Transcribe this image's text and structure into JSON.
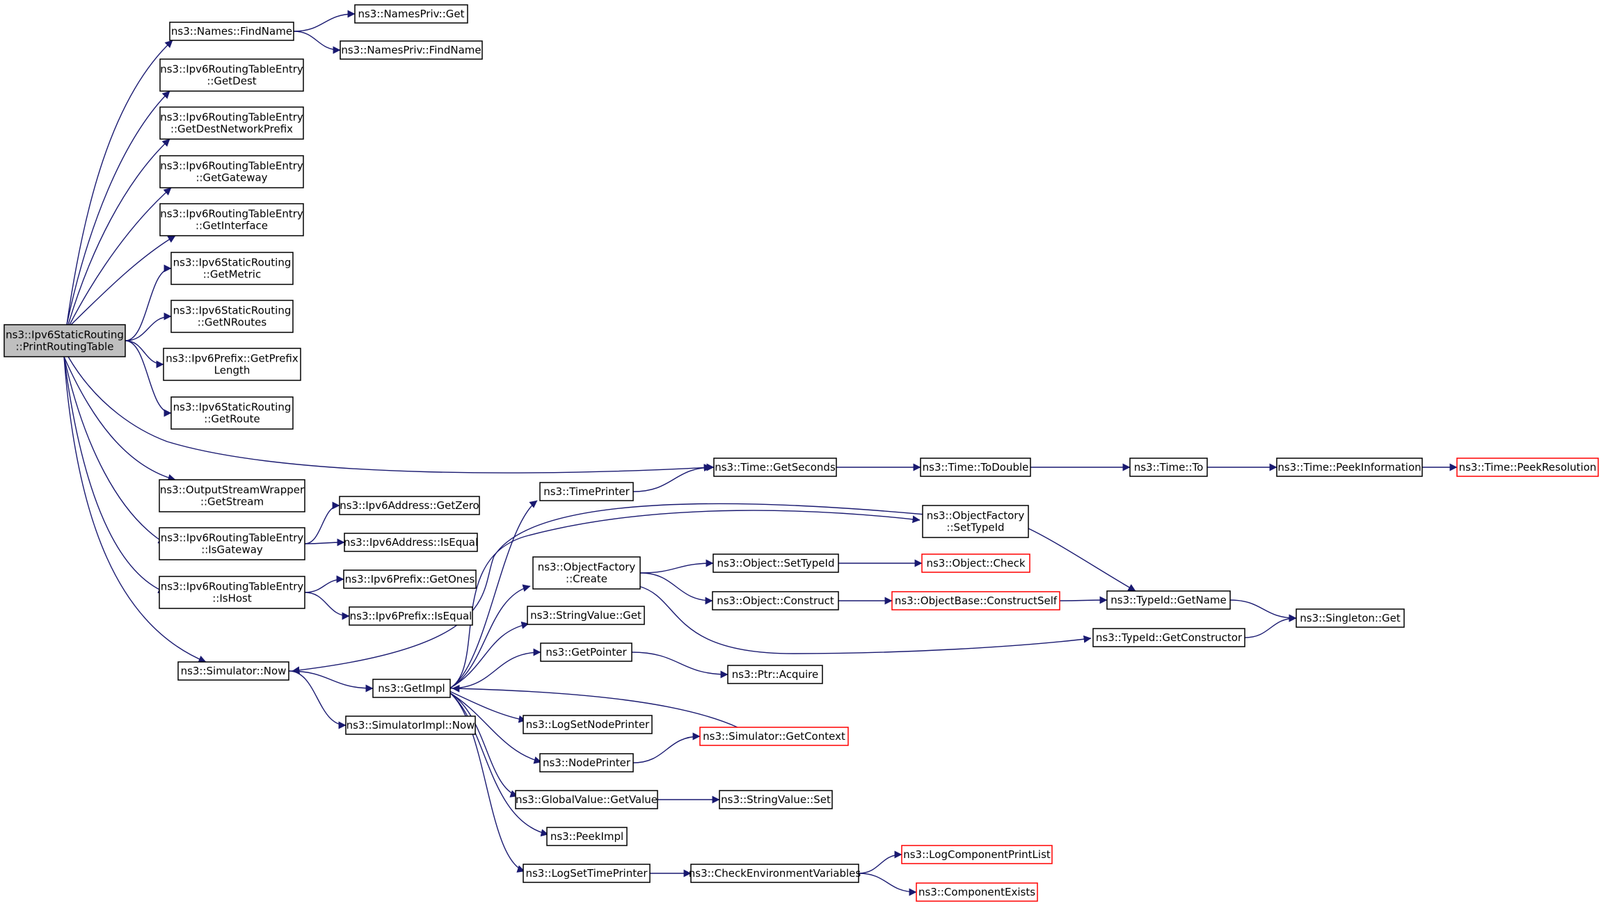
{
  "colors": {
    "edge": "#191970",
    "node_border": "#000000",
    "node_border_external": "#ff0000",
    "root_fill": "#bfbfbf",
    "node_fill": "#ffffff",
    "text": "#000000"
  },
  "nodes": {
    "root": {
      "lines": [
        "ns3::Ipv6StaticRouting",
        "::PrintRoutingTable"
      ],
      "kind": "root"
    },
    "names_findname": {
      "lines": [
        "ns3::Names::FindName"
      ]
    },
    "namespriv_get": {
      "lines": [
        "ns3::NamesPriv::Get"
      ]
    },
    "namespriv_findname": {
      "lines": [
        "ns3::NamesPriv::FindName"
      ]
    },
    "rte_getdest": {
      "lines": [
        "ns3::Ipv6RoutingTableEntry",
        "::GetDest"
      ]
    },
    "rte_getdestnetworkprefix": {
      "lines": [
        "ns3::Ipv6RoutingTableEntry",
        "::GetDestNetworkPrefix"
      ]
    },
    "rte_getgateway": {
      "lines": [
        "ns3::Ipv6RoutingTableEntry",
        "::GetGateway"
      ]
    },
    "rte_getinterface": {
      "lines": [
        "ns3::Ipv6RoutingTableEntry",
        "::GetInterface"
      ]
    },
    "sr_getmetric": {
      "lines": [
        "ns3::Ipv6StaticRouting",
        "::GetMetric"
      ]
    },
    "sr_getnroutes": {
      "lines": [
        "ns3::Ipv6StaticRouting",
        "::GetNRoutes"
      ]
    },
    "prefix_getprefixlength": {
      "lines": [
        "ns3::Ipv6Prefix::GetPrefix",
        "Length"
      ]
    },
    "sr_getroute": {
      "lines": [
        "ns3::Ipv6StaticRouting",
        "::GetRoute"
      ]
    },
    "osw_getstream": {
      "lines": [
        "ns3::OutputStreamWrapper",
        "::GetStream"
      ]
    },
    "rte_isgateway": {
      "lines": [
        "ns3::Ipv6RoutingTableEntry",
        "::IsGateway"
      ]
    },
    "rte_ishost": {
      "lines": [
        "ns3::Ipv6RoutingTableEntry",
        "::IsHost"
      ]
    },
    "addr_getzero": {
      "lines": [
        "ns3::Ipv6Address::GetZero"
      ]
    },
    "addr_isequal": {
      "lines": [
        "ns3::Ipv6Address::IsEqual"
      ]
    },
    "prefix_getones": {
      "lines": [
        "ns3::Ipv6Prefix::GetOnes"
      ]
    },
    "prefix_isequal": {
      "lines": [
        "ns3::Ipv6Prefix::IsEqual"
      ]
    },
    "sim_now": {
      "lines": [
        "ns3::Simulator::Now"
      ]
    },
    "getimpl": {
      "lines": [
        "ns3::GetImpl"
      ]
    },
    "simimpl_now": {
      "lines": [
        "ns3::SimulatorImpl::Now"
      ]
    },
    "time_getseconds": {
      "lines": [
        "ns3::Time::GetSeconds"
      ]
    },
    "time_todouble": {
      "lines": [
        "ns3::Time::ToDouble"
      ]
    },
    "time_to": {
      "lines": [
        "ns3::Time::To"
      ]
    },
    "time_peekinformation": {
      "lines": [
        "ns3::Time::PeekInformation"
      ]
    },
    "time_peekresolution": {
      "lines": [
        "ns3::Time::PeekResolution"
      ],
      "kind": "external"
    },
    "timeprinter": {
      "lines": [
        "ns3::TimePrinter"
      ]
    },
    "of_settypeid": {
      "lines": [
        "ns3::ObjectFactory",
        "::SetTypeId"
      ]
    },
    "of_create": {
      "lines": [
        "ns3::ObjectFactory",
        "::Create"
      ]
    },
    "obj_settypeid": {
      "lines": [
        "ns3::Object::SetTypeId"
      ]
    },
    "obj_check": {
      "lines": [
        "ns3::Object::Check"
      ],
      "kind": "external"
    },
    "obj_construct": {
      "lines": [
        "ns3::Object::Construct"
      ]
    },
    "objbase_constructself": {
      "lines": [
        "ns3::ObjectBase::ConstructSelf"
      ],
      "kind": "external"
    },
    "typeid_getname": {
      "lines": [
        "ns3::TypeId::GetName"
      ]
    },
    "singleton_get": {
      "lines": [
        "ns3::Singleton::Get"
      ]
    },
    "typeid_getconstructor": {
      "lines": [
        "ns3::TypeId::GetConstructor"
      ]
    },
    "stringvalue_get": {
      "lines": [
        "ns3::StringValue::Get"
      ]
    },
    "getpointer": {
      "lines": [
        "ns3::GetPointer"
      ]
    },
    "ptr_acquire": {
      "lines": [
        "ns3::Ptr::Acquire"
      ]
    },
    "logsetnodeprinter": {
      "lines": [
        "ns3::LogSetNodePrinter"
      ]
    },
    "sim_getcontext": {
      "lines": [
        "ns3::Simulator::GetContext"
      ],
      "kind": "external"
    },
    "nodeprinter": {
      "lines": [
        "ns3::NodePrinter"
      ]
    },
    "globalvalue_getvalue": {
      "lines": [
        "ns3::GlobalValue::GetValue"
      ]
    },
    "stringvalue_set": {
      "lines": [
        "ns3::StringValue::Set"
      ]
    },
    "peekimpl": {
      "lines": [
        "ns3::PeekImpl"
      ]
    },
    "logsettimeprinter": {
      "lines": [
        "ns3::LogSetTimePrinter"
      ]
    },
    "checkenvvars": {
      "lines": [
        "ns3::CheckEnvironmentVariables"
      ]
    },
    "logcomponentprintlist": {
      "lines": [
        "ns3::LogComponentPrintList"
      ],
      "kind": "external"
    },
    "componentexists": {
      "lines": [
        "ns3::ComponentExists"
      ],
      "kind": "external"
    }
  },
  "edges": [
    [
      "root",
      "names_findname"
    ],
    [
      "root",
      "rte_getdest"
    ],
    [
      "root",
      "rte_getdestnetworkprefix"
    ],
    [
      "root",
      "rte_getgateway"
    ],
    [
      "root",
      "rte_getinterface"
    ],
    [
      "root",
      "sr_getmetric"
    ],
    [
      "root",
      "sr_getnroutes"
    ],
    [
      "root",
      "prefix_getprefixlength"
    ],
    [
      "root",
      "sr_getroute"
    ],
    [
      "root",
      "time_getseconds"
    ],
    [
      "root",
      "osw_getstream"
    ],
    [
      "root",
      "rte_isgateway"
    ],
    [
      "root",
      "rte_ishost"
    ],
    [
      "root",
      "sim_now"
    ],
    [
      "names_findname",
      "namespriv_get"
    ],
    [
      "names_findname",
      "namespriv_findname"
    ],
    [
      "rte_isgateway",
      "addr_getzero"
    ],
    [
      "rte_isgateway",
      "addr_isequal"
    ],
    [
      "rte_ishost",
      "prefix_getones"
    ],
    [
      "rte_ishost",
      "prefix_isequal"
    ],
    [
      "sim_now",
      "getimpl"
    ],
    [
      "sim_now",
      "simimpl_now"
    ],
    [
      "time_getseconds",
      "time_todouble"
    ],
    [
      "time_todouble",
      "time_to"
    ],
    [
      "time_to",
      "time_peekinformation"
    ],
    [
      "time_peekinformation",
      "time_peekresolution"
    ],
    [
      "timeprinter",
      "time_getseconds"
    ],
    [
      "timeprinter",
      "sim_now"
    ],
    [
      "of_settypeid",
      "typeid_getname"
    ],
    [
      "of_create",
      "obj_settypeid"
    ],
    [
      "of_create",
      "obj_construct"
    ],
    [
      "of_create",
      "typeid_getconstructor"
    ],
    [
      "obj_settypeid",
      "obj_check"
    ],
    [
      "obj_construct",
      "objbase_constructself"
    ],
    [
      "objbase_constructself",
      "typeid_getname"
    ],
    [
      "typeid_getname",
      "singleton_get"
    ],
    [
      "typeid_getconstructor",
      "singleton_get"
    ],
    [
      "getimpl",
      "timeprinter"
    ],
    [
      "getimpl",
      "of_settypeid"
    ],
    [
      "getimpl",
      "of_create"
    ],
    [
      "getimpl",
      "stringvalue_get"
    ],
    [
      "getimpl",
      "getpointer"
    ],
    [
      "getimpl",
      "logsetnodeprinter"
    ],
    [
      "getimpl",
      "nodeprinter"
    ],
    [
      "getimpl",
      "globalvalue_getvalue"
    ],
    [
      "getimpl",
      "peekimpl"
    ],
    [
      "getimpl",
      "logsettimeprinter"
    ],
    [
      "getpointer",
      "ptr_acquire"
    ],
    [
      "sim_getcontext",
      "getimpl"
    ],
    [
      "nodeprinter",
      "sim_getcontext"
    ],
    [
      "globalvalue_getvalue",
      "stringvalue_set"
    ],
    [
      "logsettimeprinter",
      "checkenvvars"
    ],
    [
      "checkenvvars",
      "logcomponentprintlist"
    ],
    [
      "checkenvvars",
      "componentexists"
    ]
  ]
}
